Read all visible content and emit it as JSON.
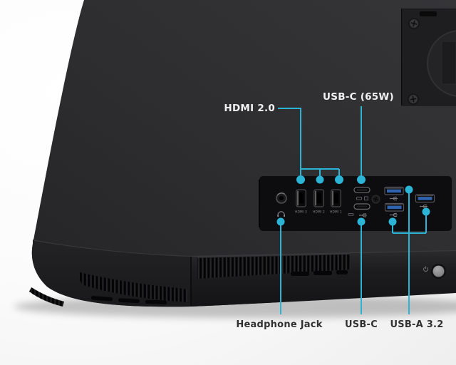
{
  "image": {
    "description": "Rear view of a dark monitor with input ports annotated by cyan callout lines"
  },
  "colors": {
    "accent": "#2cb4d6",
    "label_on_dark": "#f2f2f2",
    "label_on_light": "#313131",
    "chassis_dark": "#2d2d2f",
    "usb_a_blue": "#2f63ae"
  },
  "callouts": {
    "hdmi": {
      "label": "HDMI 2.0"
    },
    "usb_c_65w": {
      "label": "USB-C (65W)"
    },
    "headphone": {
      "label": "Headphone Jack"
    },
    "usb_c": {
      "label": "USB-C"
    },
    "usb_a": {
      "label": "USB-A 3.2"
    }
  },
  "ports": {
    "hdmi_silkscreen": [
      "HDMI 3",
      "HDMI 2",
      "HDMI 1"
    ],
    "icons": [
      "headphone-icon",
      "usb-trident-icon",
      "power-icon",
      "screw-icon"
    ]
  }
}
